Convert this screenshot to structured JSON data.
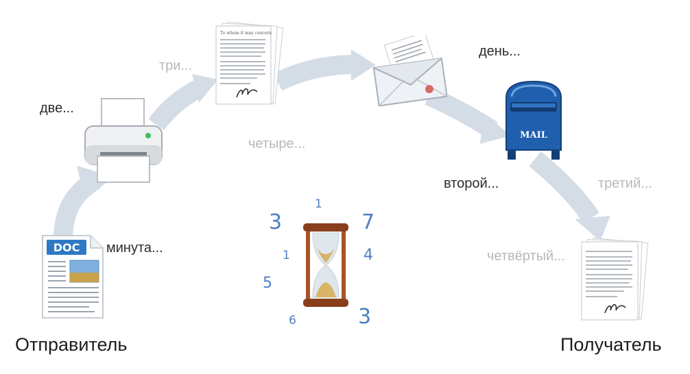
{
  "diagram": {
    "endpoints": {
      "sender": "Отправитель",
      "receiver": "Получатель"
    },
    "steps": [
      {
        "label": "минута...",
        "tone": "dark"
      },
      {
        "label": "две...",
        "tone": "dark"
      },
      {
        "label": "три...",
        "tone": "light"
      },
      {
        "label": "четыре...",
        "tone": "light"
      },
      {
        "label": "день...",
        "tone": "dark"
      },
      {
        "label": "второй...",
        "tone": "dark"
      },
      {
        "label": "третий...",
        "tone": "light"
      },
      {
        "label": "четвёртый...",
        "tone": "light"
      }
    ],
    "icons": {
      "doc": {
        "name": "doc-file-icon",
        "badge": "DOC"
      },
      "printer": {
        "name": "printer-icon"
      },
      "papers_top": {
        "name": "signed-papers-icon",
        "heading": "То whom it may concern"
      },
      "envelope": {
        "name": "envelope-icon"
      },
      "mailbox": {
        "name": "mailbox-icon",
        "badge": "MAIL"
      },
      "papers_end": {
        "name": "signed-papers-icon"
      },
      "hourglass": {
        "name": "hourglass-icon"
      }
    },
    "clock_numbers": [
      "1",
      "3",
      "7",
      "4",
      "1",
      "5",
      "6",
      "3"
    ],
    "colors": {
      "arrow": "#d2dce6",
      "clock_numbers": "#4f7fc0",
      "mailbox": "#1f5fae",
      "doc_badge": "#2f79c4"
    }
  }
}
